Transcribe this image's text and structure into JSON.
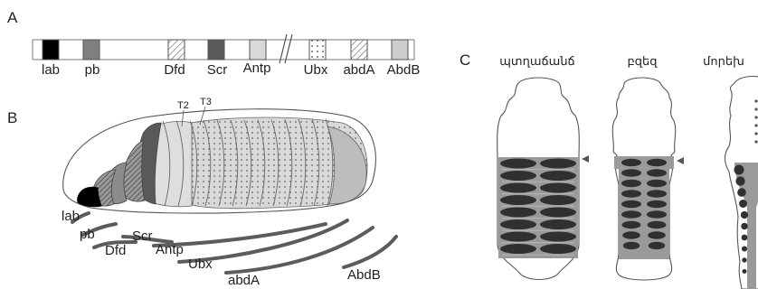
{
  "panels": {
    "a": {
      "letter": "A",
      "genes": [
        {
          "label": "lab",
          "fill": "#000000"
        },
        {
          "label": "pb",
          "fill": "#7f7f7f"
        },
        {
          "label": "Dfd",
          "fill": "hatch"
        },
        {
          "label": "Scr",
          "fill": "#595959"
        },
        {
          "label": "Antp",
          "fill": "#d9d9d9"
        },
        {
          "label": "Ubx",
          "fill": "dots"
        },
        {
          "label": "abdA",
          "fill": "hatch"
        },
        {
          "label": "AbdB",
          "fill": "#cccccc"
        }
      ]
    },
    "b": {
      "letter": "B",
      "segment_labels": [
        "T2",
        "T3"
      ],
      "domains": [
        "lab",
        "pb",
        "Scr",
        "Dfd",
        "Antp",
        "Ubx",
        "abdA",
        "AbdB"
      ]
    },
    "c": {
      "letter": "C",
      "titles": [
        "պտղաճանճ",
        "բզեզ",
        "մորեխ"
      ]
    }
  },
  "colors": {
    "black": "#000000",
    "dark_gray": "#3f3f3f",
    "mid_gray": "#7a7a7a",
    "light_gray": "#d0d0d0",
    "line": "#5c5c5c"
  }
}
